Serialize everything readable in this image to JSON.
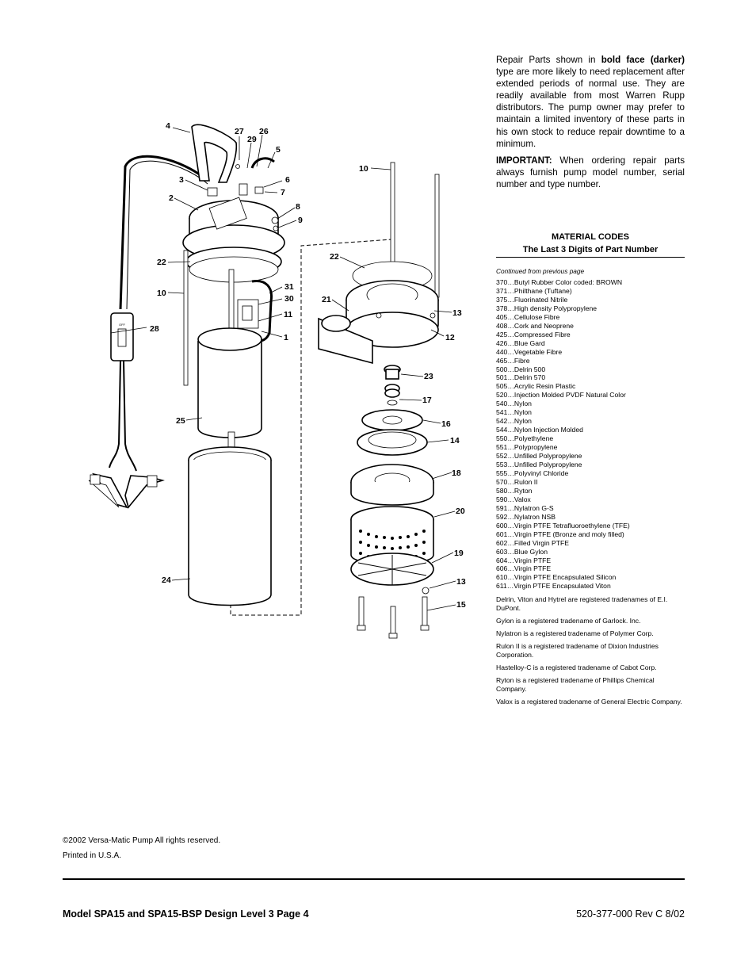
{
  "repair_note": {
    "p1_pre": "Repair Parts shown in ",
    "p1_bold": "bold face (darker)",
    "p1_post": " type are more likely to need replacement after extended periods of normal use.  They are readily available from most Warren Rupp distributors. The pump owner may prefer to maintain a limited inventory of these parts in his own stock to reduce repair downtime to a minimum.",
    "p2_bold": "IMPORTANT:",
    "p2_post": " When ordering repair parts always furnish pump model number, serial number and type number."
  },
  "material_codes": {
    "title": "MATERIAL  CODES",
    "subtitle": "The Last 3 Digits of Part Number",
    "continued": "Continued from previous page",
    "codes": [
      "370…Butyl Rubber Color coded: BROWN",
      "371…Philthane (Tuftane)",
      "375…Fluorinated Nitrile",
      "378…High density Polypropylene",
      "405…Cellulose Fibre",
      "408…Cork and Neoprene",
      "425…Compressed Fibre",
      "426…Blue Gard",
      "440…Vegetable Fibre",
      "465…Fibre",
      "500…Delrin 500",
      "501…Delrin 570",
      "505…Acrylic Resin Plastic",
      "520…Injection Molded PVDF Natural Color",
      "540…Nylon",
      "541…Nylon",
      "542…Nylon",
      "544…Nylon Injection Molded",
      "550…Polyethylene",
      "551…Polypropylene",
      "552…Unfilled Polypropylene",
      "553…Unfilled Polypropylene",
      "555…Polyvinyl Chloride",
      "570…Rulon II",
      "580…Ryton",
      "590…Valox",
      "591…Nylatron G-S",
      "592…Nylatron NSB",
      "600…Virgin PTFE Tetrafluoroethylene (TFE)",
      "601…Virgin PTFE (Bronze and moly filled)",
      "602…Filled Virgin PTFE",
      "603…Blue Gylon",
      "604…Virgin PTFE",
      "606…Virgin PTFE",
      "610…Virgin PTFE Encapsulated Silicon",
      "611…Virgin PTFE Encapsulated Viton"
    ],
    "trademarks": [
      "Delrin, Viton and Hytrel are registered tradenames of E.I. DuPont.",
      "Gylon is a registered tradename of Garlock. Inc.",
      "Nylatron is a registered tradename of Polymer Corp.",
      "Rulon II is a registered tradename of Dixion Industries Corporation.",
      "Hastelloy-C is a registered tradename of Cabot Corp.",
      "Ryton is a registered tradename of Phillips Chemical Company.",
      "Valox is a registered tradename of General Electric Company."
    ]
  },
  "diagram": {
    "callouts": {
      "c4": "4",
      "c27": "27",
      "c26": "26",
      "c29": "29",
      "c5": "5",
      "c3": "3",
      "c6": "6",
      "c7": "7",
      "c2": "2",
      "c8": "8",
      "c9": "9",
      "c22L": "22",
      "c10L": "10",
      "c31": "31",
      "c30": "30",
      "c11": "11",
      "c1": "1",
      "c28": "28",
      "c25": "25",
      "c24": "24",
      "c10R": "10",
      "c22R": "22",
      "c21": "21",
      "c13a": "13",
      "c12": "12",
      "c23": "23",
      "c17": "17",
      "c16": "16",
      "c14": "14",
      "c18": "18",
      "c20": "20",
      "c19": "19",
      "c13b": "13",
      "c15": "15"
    },
    "switch_label": "OFF"
  },
  "footer": {
    "copyright": "©2002 Versa-Matic Pump All rights reserved.",
    "printed": "Printed in U.S.A.",
    "model": "Model SPA15 and SPA15-BSP Design Level 3   Page 4",
    "docnum": "520-377-000  Rev C     8/02"
  }
}
